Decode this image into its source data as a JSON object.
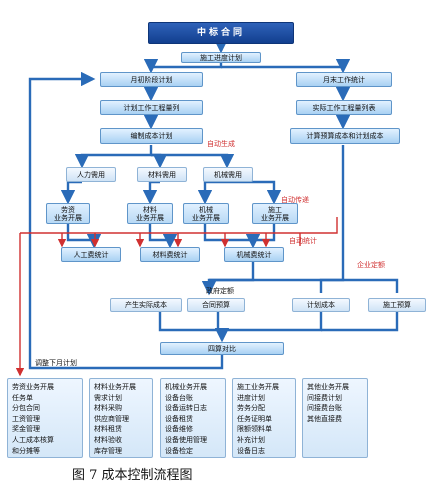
{
  "title": "中标合同",
  "schedule": "施工进度计划",
  "left_chain": [
    "月初阶段计划",
    "计划工作工程量列",
    "编制成本计划"
  ],
  "right_chain": [
    "月末工作统计",
    "实际工作工程量列表",
    "计算预算成本和计划成本"
  ],
  "auto_generate": "自动生成",
  "auto_transfer": "自动传递",
  "auto_stat": "自动统计",
  "enterprise_quota": "企业定额",
  "government_quota": "政府定额",
  "needs": [
    "人力需用",
    "材料需用",
    "机械需用"
  ],
  "depts": [
    "劳资\n业务开展",
    "材料\n业务开展",
    "机械\n业务开展",
    "施工\n业务开展"
  ],
  "stats": [
    "人工费统计",
    "材料费统计",
    "机械费统计"
  ],
  "costs": [
    "产生实际成本",
    "合同预算",
    "计划成本",
    "施工预算"
  ],
  "compare": "四算对比",
  "adjust": "调整下月计划",
  "panels": [
    [
      "劳资业务开展",
      "任务单",
      "分包合同",
      "工资管理",
      "奖金管理",
      "人工成本核算",
      "和分摊等"
    ],
    [
      "材料业务开展",
      "需求计划",
      "材料采购",
      "供应商管理",
      "材料租赁",
      "材料验收",
      "库存管理"
    ],
    [
      "机械业务开展",
      "设备台账",
      "设备运转日志",
      "设备租赁",
      "设备维修",
      "设备使用管理",
      "设备检定"
    ],
    [
      "施工业务开展",
      "进度计划",
      "劳务分配",
      "任务证明单",
      "限额领料单",
      "补充计划",
      "设备日志"
    ],
    [
      "其他业务开展",
      "间接费计划",
      "间接费台账",
      "其他直接费"
    ]
  ],
  "caption": "图 7  成本控制流程图"
}
